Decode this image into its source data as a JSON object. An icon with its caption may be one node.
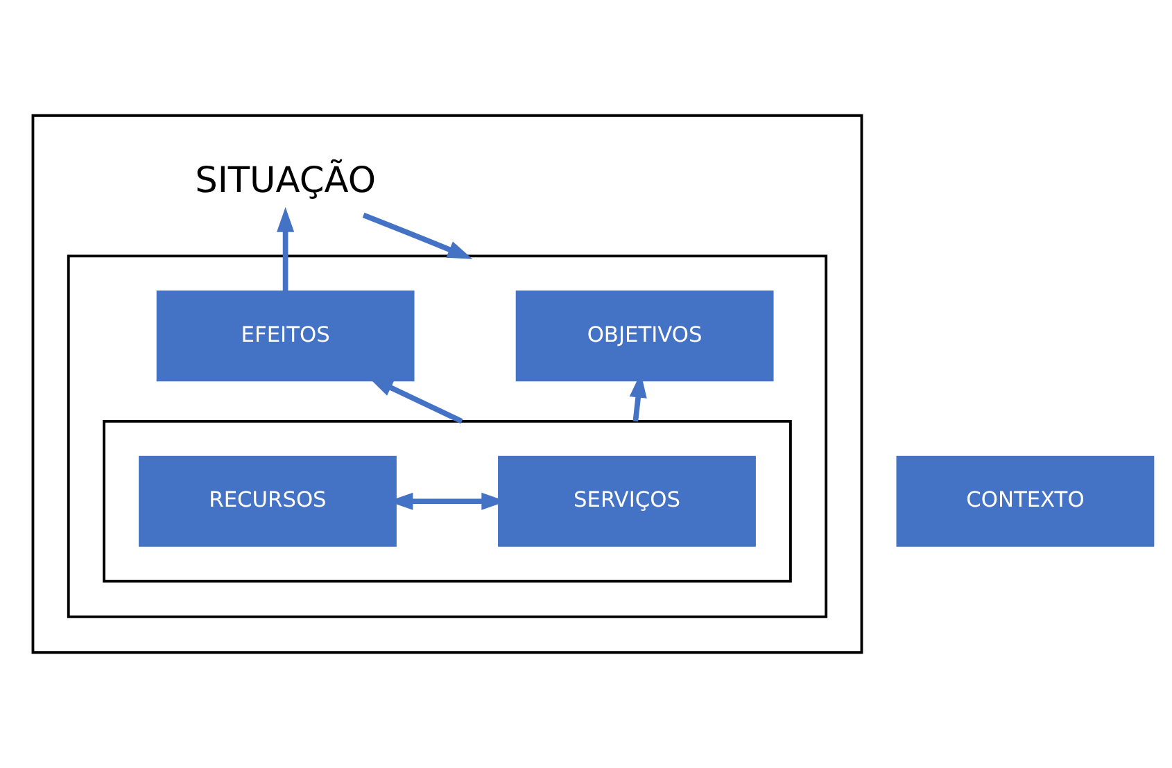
{
  "diagram": {
    "nodes": [
      {
        "text": [],
        "shape": "box"
      },
      {
        "text": [
          "SITUAÇÃO"
        ],
        "in": 0
      },
      {
        "text": [],
        "shape": "box",
        "in": 0
      },
      {
        "text": [
          "EFEITOS"
        ],
        "in": 2
      },
      {
        "text": [
          "OBJETIVOS"
        ],
        "in": 2
      },
      {
        "text": [],
        "shape": "box",
        "in": 2
      },
      {
        "text": [
          "SERVIÇOS"
        ],
        "in": 5
      },
      {
        "text": [
          "RECURSOS"
        ],
        "in": 5
      },
      {
        "text": [
          "CONTEXTO"
        ]
      }
    ],
    "edges": [
      {
        "from": 5,
        "to": 3,
        "arrow": "to"
      },
      {
        "from": 5,
        "to": 4,
        "arrow": "to"
      },
      {
        "from": 3,
        "to": 1,
        "arrow": "to"
      },
      {
        "from": 1,
        "to": 2,
        "arrow": "to"
      },
      {
        "from": 6,
        "to": 7,
        "arrow": "both"
      }
    ]
  }
}
